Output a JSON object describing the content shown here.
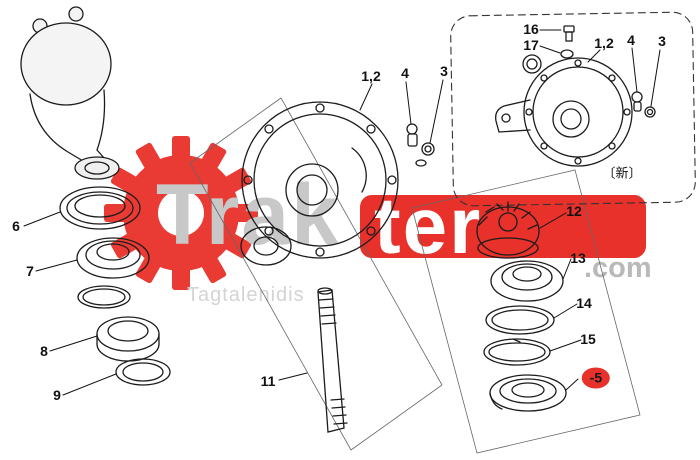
{
  "watermark": {
    "brand_top": "Trak",
    "brand_highlight": "ter",
    "brand_suffix": ".com",
    "byline": "Tagtalenidis",
    "accent_color": "#e8312a",
    "text_color": "#c8c8c8"
  },
  "diagram": {
    "callouts": {
      "housing_main": "1,2",
      "bolt_main_4": "4",
      "bolt_main_3": "3",
      "bolt_16": "16",
      "washer_17": "17",
      "housing_alt": "1,2",
      "bolt_alt_4": "4",
      "bolt_alt_3": "3",
      "new_tag": "〔新〕",
      "seal_6": "6",
      "bearing_7": "7",
      "bearing_8": "8",
      "ring_9": "9",
      "shaft_11": "11",
      "bevel_gear_12": "12",
      "bearing_13": "13",
      "washer_14": "14",
      "snap_ring_15": "15",
      "seal_5": "-5"
    },
    "highlight": {
      "label": "-5",
      "ring_color": "#e8312a"
    }
  }
}
